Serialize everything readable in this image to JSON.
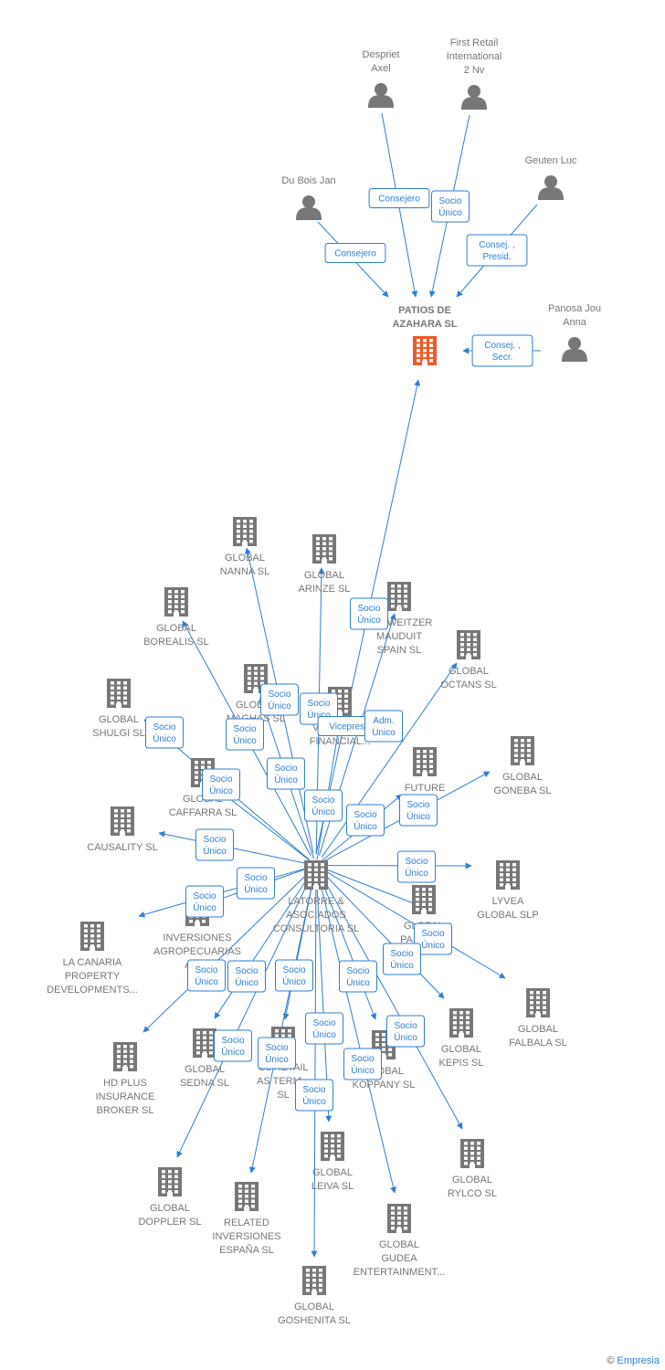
{
  "colors": {
    "edge": "#2f7fd3",
    "node": "#777777",
    "main_node": "#f05a28"
  },
  "footer": {
    "copyright": "©",
    "brand": "Empresia"
  },
  "nodes": [
    {
      "id": "patios",
      "type": "company",
      "main": true,
      "label": [
        "PATIOS DE",
        "AZAHARA  SL"
      ]
    },
    {
      "id": "despriet",
      "type": "person",
      "label": [
        "Despriet",
        "Axel"
      ]
    },
    {
      "id": "firstretail",
      "type": "person",
      "label": [
        "First Retail",
        "International",
        "2 Nv"
      ]
    },
    {
      "id": "geuten",
      "type": "person",
      "label": [
        "Geuten Luc"
      ]
    },
    {
      "id": "dubois",
      "type": "person",
      "label": [
        "Du Bois Jan"
      ]
    },
    {
      "id": "panosa",
      "type": "person",
      "label": [
        "Panosa Jou",
        "Anna"
      ]
    },
    {
      "id": "latorre",
      "type": "company",
      "label": [
        "LATORRE &",
        "ASOCIADOS",
        "CONSULTORIA SL"
      ]
    },
    {
      "id": "nanna",
      "type": "company",
      "label": [
        "GLOBAL",
        "NANNA  SL"
      ]
    },
    {
      "id": "arinze",
      "type": "company",
      "label": [
        "GLOBAL",
        "ARINZE  SL"
      ]
    },
    {
      "id": "schweitzer",
      "type": "company",
      "label": [
        "SCHWEITZER",
        "MAUDUIT",
        "SPAIN SL"
      ]
    },
    {
      "id": "borealis",
      "type": "company",
      "label": [
        "GLOBAL",
        "BOREALIS  SL"
      ]
    },
    {
      "id": "octans",
      "type": "company",
      "label": [
        "GLOBAL",
        "OCTANS  SL"
      ]
    },
    {
      "id": "maghas",
      "type": "company",
      "label": [
        "GLOBAL",
        "MAGHAS  SL"
      ]
    },
    {
      "id": "ventures",
      "type": "company",
      "label": [
        "VENTURES",
        "FINANCIAL..."
      ]
    },
    {
      "id": "shulgi",
      "type": "company",
      "label": [
        "GLOBAL",
        "SHULGI  SL"
      ]
    },
    {
      "id": "goneba",
      "type": "company",
      "label": [
        "GLOBAL",
        "GONEBA  SL"
      ]
    },
    {
      "id": "future",
      "type": "company",
      "label": [
        "FUTURE",
        "SL"
      ]
    },
    {
      "id": "caffarra",
      "type": "company",
      "label": [
        "GLOBAL",
        "CAFFARRA  SL"
      ]
    },
    {
      "id": "causality",
      "type": "company",
      "label": [
        "CAUSALITY  SL"
      ]
    },
    {
      "id": "lyvea",
      "type": "company",
      "label": [
        "LYVEA",
        "GLOBAL  SLP"
      ]
    },
    {
      "id": "pall",
      "type": "company",
      "label": [
        "GLOBAL",
        "PALL...  SL"
      ]
    },
    {
      "id": "inversiones",
      "type": "company",
      "label": [
        "INVERSIONES",
        "AGROPECUARIAS",
        "ALT..."
      ]
    },
    {
      "id": "lacanaria",
      "type": "company",
      "label": [
        "LA CANARIA",
        "PROPERTY",
        "DEVELOPMENTS..."
      ]
    },
    {
      "id": "falbala",
      "type": "company",
      "label": [
        "GLOBAL",
        "FALBALA  SL"
      ]
    },
    {
      "id": "kepis",
      "type": "company",
      "label": [
        "GLOBAL",
        "KEPIS  SL"
      ]
    },
    {
      "id": "hdplus",
      "type": "company",
      "label": [
        "HD PLUS",
        "INSURANCE",
        "BROKER  SL"
      ]
    },
    {
      "id": "sedna",
      "type": "company",
      "label": [
        "GLOBAL",
        "SEDNA  SL"
      ]
    },
    {
      "id": "retail",
      "type": "company",
      "label": [
        "GL RETAIL",
        "AS TERM...",
        "SL"
      ]
    },
    {
      "id": "koppany",
      "type": "company",
      "label": [
        "GLOBAL",
        "KOPPANY  SL"
      ]
    },
    {
      "id": "rylco",
      "type": "company",
      "label": [
        "GLOBAL",
        "RYLCO  SL"
      ]
    },
    {
      "id": "leiva",
      "type": "company",
      "label": [
        "GLOBAL",
        "LEIVA  SL"
      ]
    },
    {
      "id": "doppler",
      "type": "company",
      "label": [
        "GLOBAL",
        "DOPPLER  SL"
      ]
    },
    {
      "id": "related",
      "type": "company",
      "label": [
        "RELATED",
        "INVERSIONES",
        "ESPAÑA  SL"
      ]
    },
    {
      "id": "gudea",
      "type": "company",
      "label": [
        "GLOBAL",
        "GUDEA",
        "ENTERTAINMENT..."
      ]
    },
    {
      "id": "goshenita",
      "type": "company",
      "label": [
        "GLOBAL",
        "GOSHENITA SL"
      ]
    }
  ],
  "edges": [
    {
      "from": "despriet",
      "to": "patios",
      "label": [
        "Consejero"
      ]
    },
    {
      "from": "firstretail",
      "to": "patios",
      "label": [
        "Socio",
        "Único"
      ]
    },
    {
      "from": "dubois",
      "to": "patios",
      "label": [
        "Consejero"
      ]
    },
    {
      "from": "geuten",
      "to": "patios",
      "label": [
        "Consej. ,",
        "Presid."
      ]
    },
    {
      "from": "panosa",
      "to": "patios",
      "label": [
        "Consej. ,",
        "Secr."
      ]
    },
    {
      "from": "latorre",
      "to": "patios",
      "label": [
        "Socio",
        "Único"
      ]
    },
    {
      "from": "latorre",
      "to": "nanna",
      "label": [
        "Socio",
        "Único"
      ]
    },
    {
      "from": "latorre",
      "to": "arinze",
      "label": [
        "Socio",
        "Único"
      ]
    },
    {
      "from": "latorre",
      "to": "schweitzer",
      "label": [
        "Vicepres."
      ]
    },
    {
      "from": "latorre",
      "to": "borealis",
      "label": [
        "Socio",
        "Único"
      ]
    },
    {
      "from": "latorre",
      "to": "octans",
      "label": [
        "Adm.",
        "Unico"
      ]
    },
    {
      "from": "latorre",
      "to": "maghas",
      "label": [
        "Socio",
        "Único"
      ]
    },
    {
      "from": "latorre",
      "to": "ventures",
      "label": [
        "Socio",
        "Único"
      ]
    },
    {
      "from": "latorre",
      "to": "shulgi",
      "label": [
        "Socio",
        "Único"
      ]
    },
    {
      "from": "latorre",
      "to": "future",
      "label": [
        "Socio",
        "Único"
      ]
    },
    {
      "from": "latorre",
      "to": "goneba",
      "label": [
        "Socio",
        "Único"
      ]
    },
    {
      "from": "latorre",
      "to": "caffarra",
      "label": [
        "Socio",
        "Único"
      ]
    },
    {
      "from": "latorre",
      "to": "causality",
      "label": [
        "Socio",
        "Único"
      ]
    },
    {
      "from": "latorre",
      "to": "lyvea",
      "label": [
        "Socio",
        "Único"
      ]
    },
    {
      "from": "latorre",
      "to": "pall",
      "label": [
        "Socio",
        "Único"
      ]
    },
    {
      "from": "latorre",
      "to": "inversiones",
      "label": [
        "Socio",
        "Único"
      ]
    },
    {
      "from": "latorre",
      "to": "lacanaria",
      "label": [
        "Socio",
        "Único"
      ]
    },
    {
      "from": "latorre",
      "to": "falbala",
      "label": [
        "Socio",
        "Único"
      ]
    },
    {
      "from": "latorre",
      "to": "kepis",
      "label": [
        "Socio",
        "Único"
      ]
    },
    {
      "from": "latorre",
      "to": "hdplus",
      "label": [
        "Socio",
        "Único"
      ]
    },
    {
      "from": "latorre",
      "to": "sedna",
      "label": [
        "Socio",
        "Único"
      ]
    },
    {
      "from": "latorre",
      "to": "retail",
      "label": [
        "Socio",
        "Único"
      ]
    },
    {
      "from": "latorre",
      "to": "koppany",
      "label": [
        "Socio",
        "Único"
      ]
    },
    {
      "from": "latorre",
      "to": "rylco",
      "label": [
        "Socio",
        "Único"
      ]
    },
    {
      "from": "latorre",
      "to": "leiva",
      "label": [
        "Socio",
        "Único"
      ]
    },
    {
      "from": "latorre",
      "to": "doppler",
      "label": [
        "Socio",
        "Único"
      ]
    },
    {
      "from": "latorre",
      "to": "related",
      "label": [
        "Socio",
        "Único"
      ]
    },
    {
      "from": "latorre",
      "to": "gudea",
      "label": [
        "Socio",
        "Único"
      ]
    },
    {
      "from": "latorre",
      "to": "goshenita",
      "label": [
        "Socio",
        "Único"
      ]
    }
  ]
}
